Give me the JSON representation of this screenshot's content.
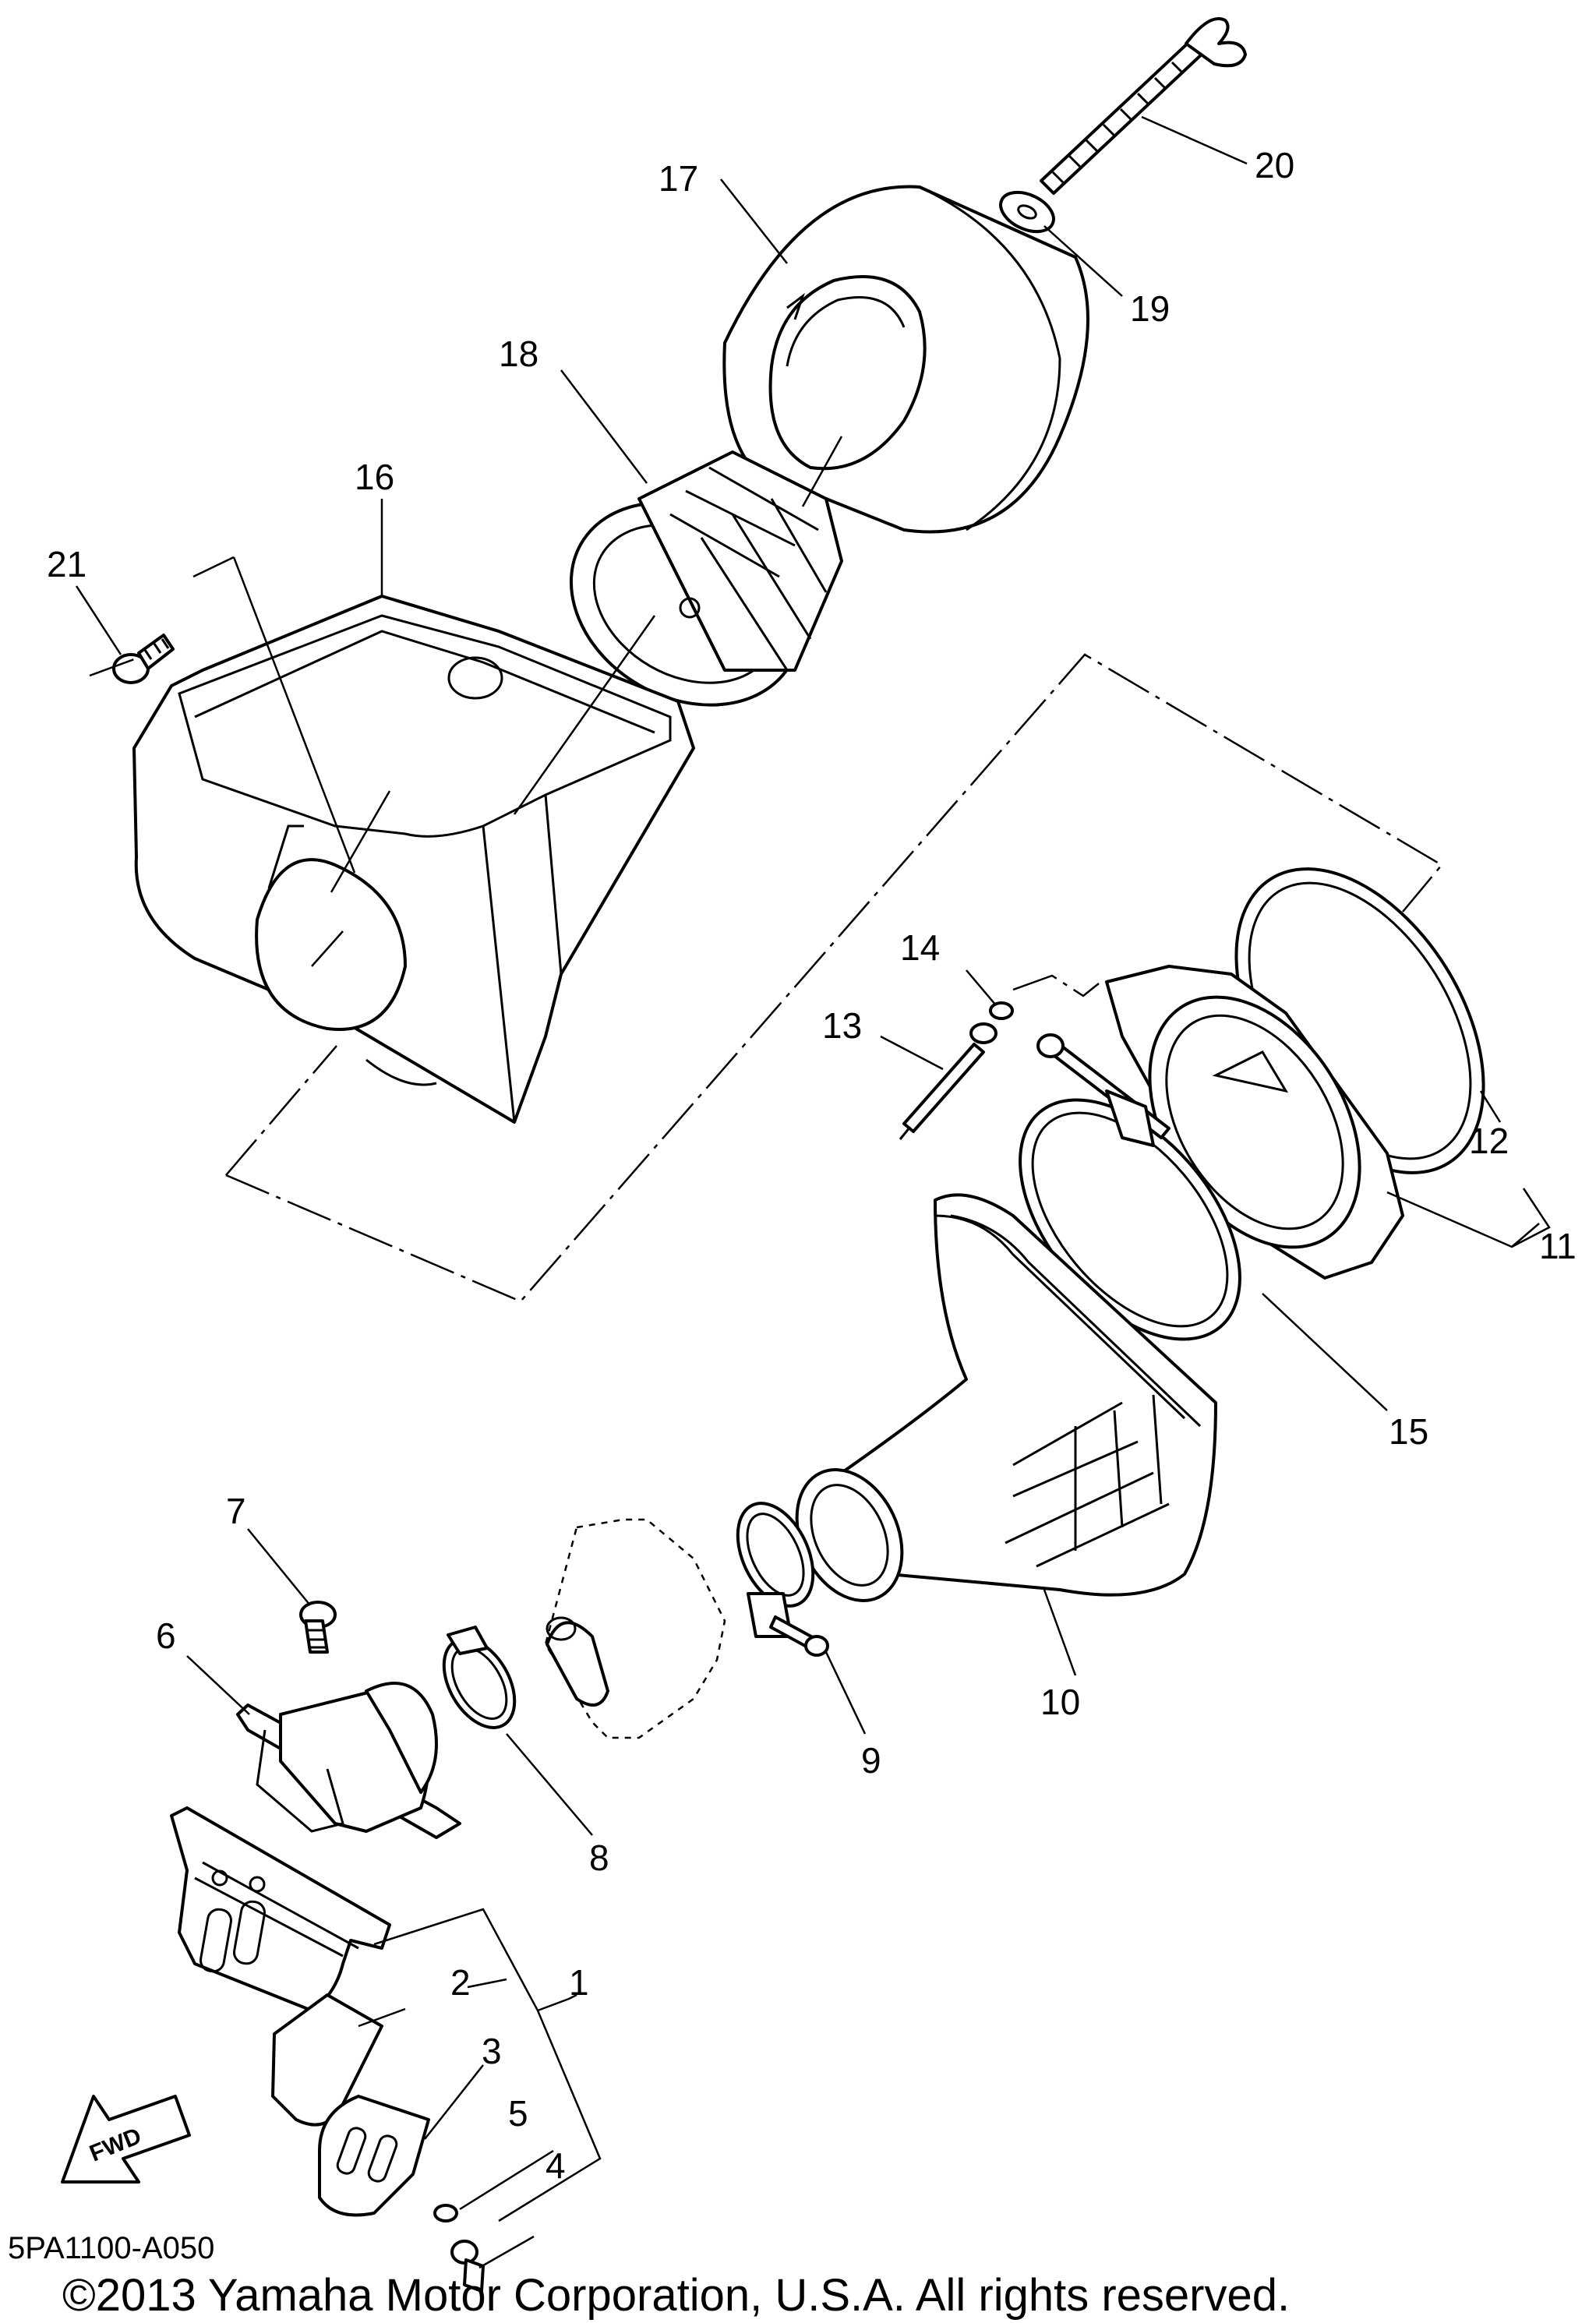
{
  "diagram": {
    "callouts": [
      {
        "id": "1",
        "label": "1"
      },
      {
        "id": "2",
        "label": "2"
      },
      {
        "id": "3",
        "label": "3"
      },
      {
        "id": "4",
        "label": "4"
      },
      {
        "id": "5",
        "label": "5"
      },
      {
        "id": "6",
        "label": "6"
      },
      {
        "id": "7",
        "label": "7"
      },
      {
        "id": "8",
        "label": "8"
      },
      {
        "id": "9",
        "label": "9"
      },
      {
        "id": "10",
        "label": "10"
      },
      {
        "id": "11",
        "label": "11"
      },
      {
        "id": "12",
        "label": "12"
      },
      {
        "id": "13",
        "label": "13"
      },
      {
        "id": "14",
        "label": "14"
      },
      {
        "id": "15",
        "label": "15"
      },
      {
        "id": "16",
        "label": "16"
      },
      {
        "id": "17",
        "label": "17"
      },
      {
        "id": "18",
        "label": "18"
      },
      {
        "id": "19",
        "label": "19"
      },
      {
        "id": "20",
        "label": "20"
      },
      {
        "id": "21",
        "label": "21"
      }
    ],
    "fwd_label": "FWD",
    "diagram_code": "5PA1100-A050",
    "copyright": "©2013 Yamaha Motor Corporation, U.S.A. All rights reserved."
  }
}
